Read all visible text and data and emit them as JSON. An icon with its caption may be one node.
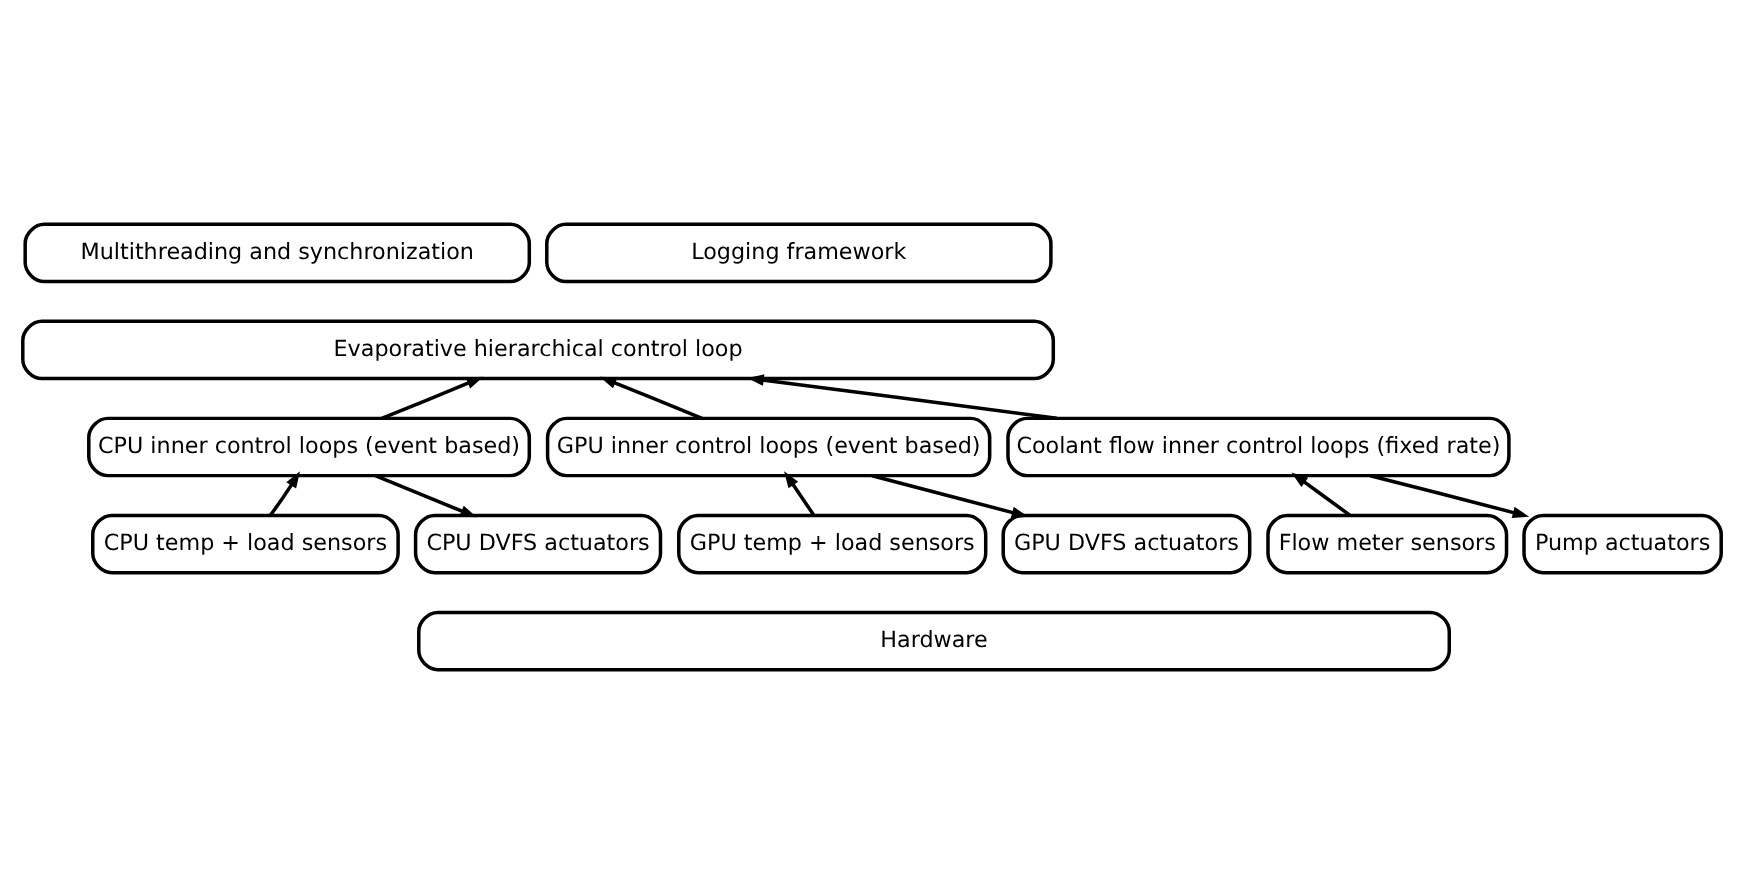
{
  "diagram": {
    "nodes": [
      {
        "text": [
          "Multithreading and synchronization"
        ]
      },
      {
        "text": [
          "Logging framework"
        ]
      },
      {
        "text": [
          "Evaporative hierarchical control loop"
        ]
      },
      {
        "text": [
          "CPU inner control loops (event based)"
        ]
      },
      {
        "text": [
          "GPU inner control loops (event based)"
        ]
      },
      {
        "text": [
          "Coolant flow inner control loops (fixed rate)"
        ]
      },
      {
        "text": [
          "CPU temp + load sensors"
        ]
      },
      {
        "text": [
          "CPU DVFS actuators"
        ]
      },
      {
        "text": [
          "GPU temp + load sensors"
        ]
      },
      {
        "text": [
          "GPU DVFS actuators"
        ]
      },
      {
        "text": [
          "Flow meter sensors"
        ]
      },
      {
        "text": [
          "Pump actuators"
        ]
      },
      {
        "text": [
          "Hardware"
        ]
      }
    ],
    "edges": [
      {
        "from": 3,
        "to": 2,
        "arrow": "to"
      },
      {
        "from": 4,
        "to": 2,
        "arrow": "to"
      },
      {
        "from": 5,
        "to": 2,
        "arrow": "to"
      },
      {
        "from": 6,
        "to": 3,
        "arrow": "to"
      },
      {
        "from": 3,
        "to": 7,
        "arrow": "to"
      },
      {
        "from": 8,
        "to": 4,
        "arrow": "to"
      },
      {
        "from": 4,
        "to": 9,
        "arrow": "to"
      },
      {
        "from": 10,
        "to": 5,
        "arrow": "to"
      },
      {
        "from": 5,
        "to": 11,
        "arrow": "to"
      }
    ]
  }
}
